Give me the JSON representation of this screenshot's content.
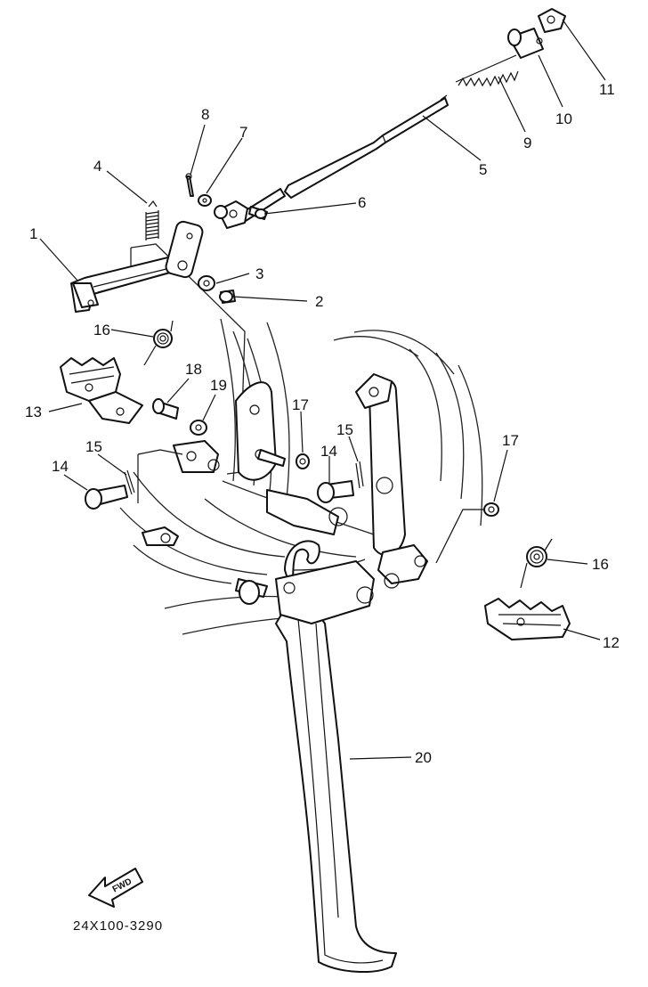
{
  "diagram": {
    "part_code": "24X100-3290",
    "fwd_label": "FWD",
    "callouts": [
      {
        "id": "c1",
        "label": "1"
      },
      {
        "id": "c2",
        "label": "2"
      },
      {
        "id": "c3",
        "label": "3"
      },
      {
        "id": "c4",
        "label": "4"
      },
      {
        "id": "c5",
        "label": "5"
      },
      {
        "id": "c6",
        "label": "6"
      },
      {
        "id": "c7",
        "label": "7"
      },
      {
        "id": "c8",
        "label": "8"
      },
      {
        "id": "c9",
        "label": "9"
      },
      {
        "id": "c10",
        "label": "10"
      },
      {
        "id": "c11",
        "label": "11"
      },
      {
        "id": "c12",
        "label": "12"
      },
      {
        "id": "c13",
        "label": "13"
      },
      {
        "id": "c14a",
        "label": "14"
      },
      {
        "id": "c14b",
        "label": "14"
      },
      {
        "id": "c15a",
        "label": "15"
      },
      {
        "id": "c15b",
        "label": "15"
      },
      {
        "id": "c16a",
        "label": "16"
      },
      {
        "id": "c16b",
        "label": "16"
      },
      {
        "id": "c17a",
        "label": "17"
      },
      {
        "id": "c17b",
        "label": "17"
      },
      {
        "id": "c18",
        "label": "18"
      },
      {
        "id": "c19",
        "label": "19"
      },
      {
        "id": "c20",
        "label": "20"
      }
    ]
  }
}
